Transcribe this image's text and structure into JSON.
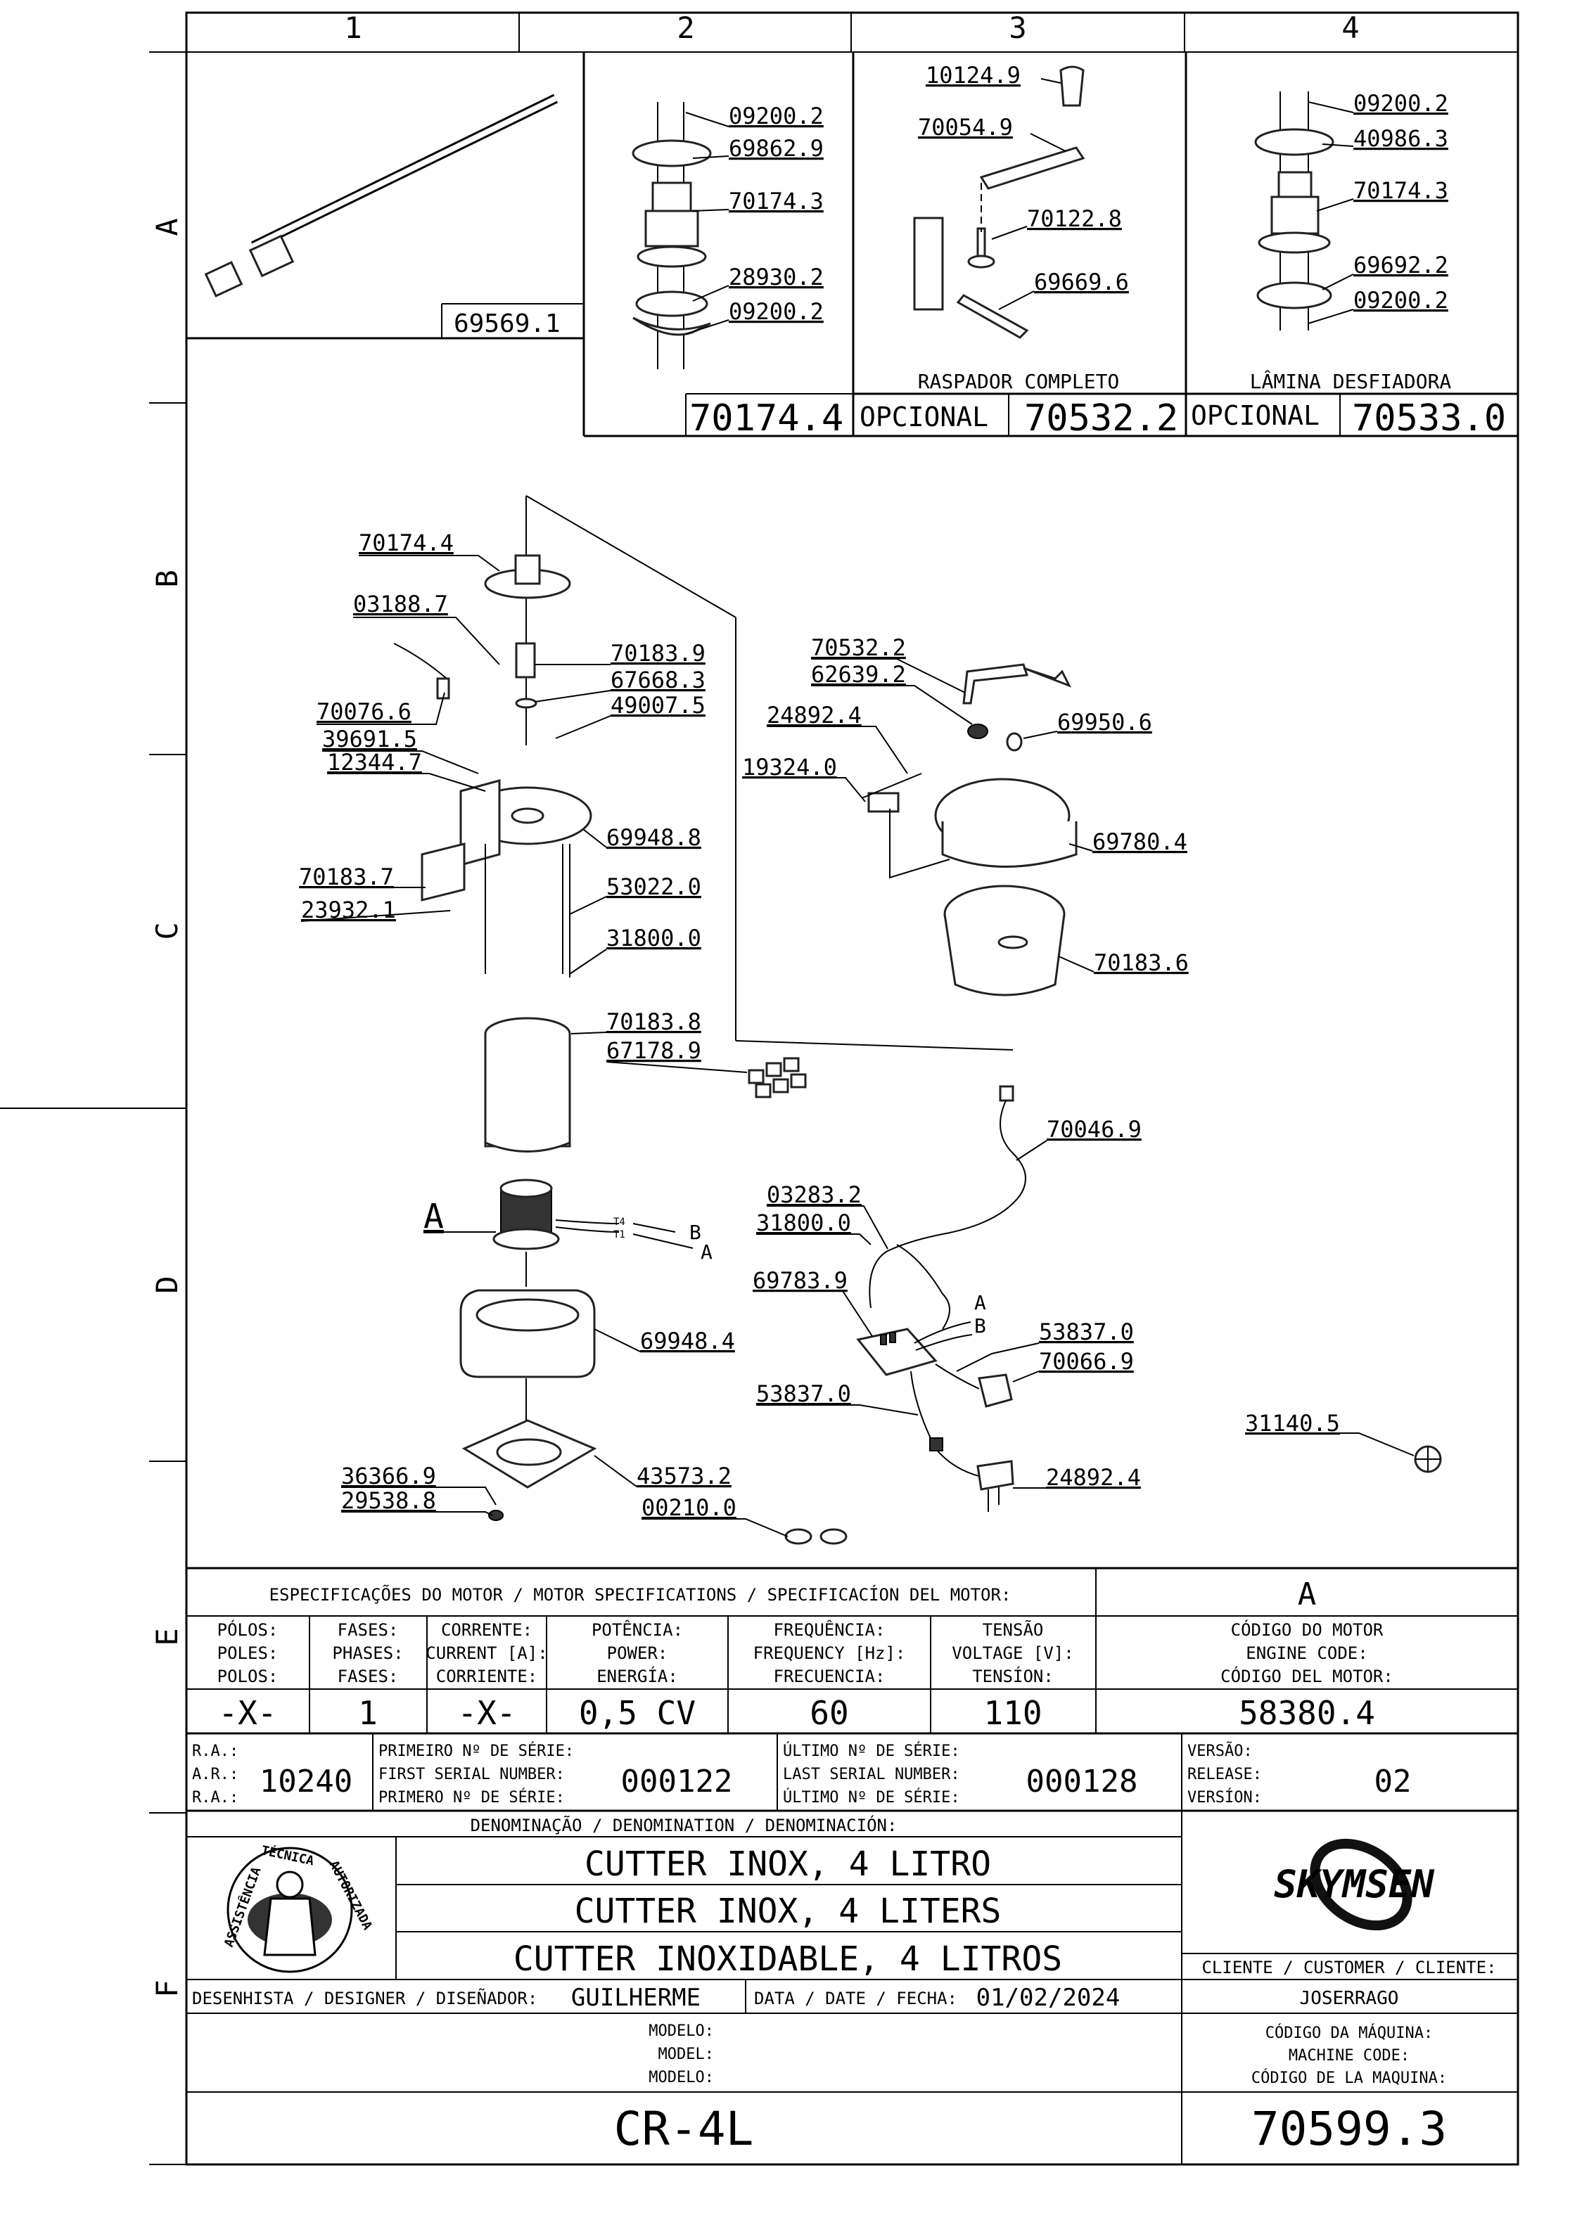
{
  "grid": {
    "columns": [
      "1",
      "2",
      "3",
      "4"
    ],
    "rows": [
      "A",
      "B",
      "C",
      "D",
      "E",
      "F"
    ]
  },
  "top_panels": {
    "p1_code": "69569.1",
    "p2_code": "70174.4",
    "p3_caption": "RASPADOR COMPLETO",
    "p3_optional": "OPCIONAL",
    "p3_code": "70532.2",
    "p4_caption": "LÂMINA DESFIADORA",
    "p4_optional": "OPCIONAL",
    "p4_code": "70533.0",
    "p2_labels": [
      "09200.2",
      "69862.9",
      "70174.3",
      "28930.2",
      "09200.2"
    ],
    "p3_labels": [
      "10124.9",
      "70054.9",
      "70122.8",
      "69669.6"
    ],
    "p4_labels": [
      "09200.2",
      "40986.3",
      "70174.3",
      "69692.2",
      "09200.2"
    ]
  },
  "diagram_labels": {
    "left": [
      "70174.4",
      "03188.7",
      "70183.9",
      "67668.3",
      "49007.5",
      "70076.6",
      "39691.5",
      "12344.7",
      "69948.8",
      "70183.7",
      "23932.1",
      "53022.0",
      "31800.0",
      "70183.8",
      "67178.9",
      "69948.4",
      "36366.9",
      "29538.8",
      "43573.2",
      "00210.0"
    ],
    "right": [
      "70532.2",
      "62639.2",
      "69950.6",
      "24892.4",
      "19324.0",
      "69780.4",
      "70183.6",
      "70046.9",
      "03283.2",
      "31800.0",
      "69783.9",
      "53837.0",
      "70066.9",
      "53837.0",
      "24892.4",
      "31140.5"
    ],
    "letters": {
      "A_main": "A",
      "B": "B",
      "A": "A",
      "B2": "B",
      "A2": "A"
    },
    "motor_terminals": [
      "T4",
      "T1"
    ]
  },
  "motor_spec": {
    "header": "ESPECIFICAÇÕES DO MOTOR / MOTOR SPECIFICATIONS / SPECIFICACÍON DEL MOTOR:",
    "variant": "A",
    "columns": [
      {
        "labels": [
          "PÓLOS:",
          "POLES:",
          "POLOS:"
        ],
        "value": "-X-"
      },
      {
        "labels": [
          "FASES:",
          "PHASES:",
          "FASES:"
        ],
        "value": "1"
      },
      {
        "labels": [
          "CORRENTE:",
          "CURRENT [A]:",
          "CORRIENTE:"
        ],
        "value": "-X-"
      },
      {
        "labels": [
          "POTÊNCIA:",
          "POWER:",
          "ENERGÍA:"
        ],
        "value": "0,5 CV"
      },
      {
        "labels": [
          "FREQUÊNCIA:",
          "FREQUENCY [Hz]:",
          "FRECUENCIA:"
        ],
        "value": "60"
      },
      {
        "labels": [
          "TENSÃO",
          "VOLTAGE [V]:",
          "TENSÍON:"
        ],
        "value": "110"
      },
      {
        "labels": [
          "CÓDIGO DO MOTOR",
          "ENGINE CODE:",
          "CÓDIGO DEL MOTOR:"
        ],
        "value": "58380.4"
      }
    ]
  },
  "serials": {
    "ra_labels": [
      "R.A.:",
      "A.R.:",
      "R.A.:"
    ],
    "ra_value": "10240",
    "first_labels": [
      "PRIMEIRO Nº DE SÉRIE:",
      "FIRST SERIAL NUMBER:",
      "PRIMERO Nº DE SÉRIE:"
    ],
    "first_value": "000122",
    "last_labels": [
      "ÚLTIMO Nº DE SÉRIE:",
      "LAST SERIAL NUMBER:",
      "ÚLTIMO Nº DE SÉRIE:"
    ],
    "last_value": "000128",
    "version_labels": [
      "VERSÃO:",
      "RELEASE:",
      "VERSÍON:"
    ],
    "version_value": "02"
  },
  "title_block": {
    "denomination_label": "DENOMINAÇÃO / DENOMINATION / DENOMINACIÓN:",
    "names": [
      "CUTTER INOX, 4 LITRO",
      "CUTTER INOX, 4 LITERS",
      "CUTTER INOXIDABLE, 4 LITROS"
    ],
    "brand": "SKYMSEN",
    "seal_text": [
      "ASSISTÊNCIA",
      "TÉCNICA",
      "AUTORIZADA"
    ],
    "customer_label": "CLIENTE / CUSTOMER / CLIENTE:",
    "customer_value": "JOSERRAGO",
    "designer_label": "DESENHISTA / DESIGNER / DISEÑADOR:",
    "designer_value": "GUILHERME",
    "date_label": "DATA / DATE / FECHA:",
    "date_value": "01/02/2024",
    "model_labels": [
      "MODELO:",
      "MODEL:",
      "MODELO:"
    ],
    "model_value": "CR-4L",
    "machine_code_labels": [
      "CÓDIGO DA MÁQUINA:",
      "MACHINE CODE:",
      "CÓDIGO DE LA MAQUINA:"
    ],
    "machine_code_value": "70599.3"
  }
}
